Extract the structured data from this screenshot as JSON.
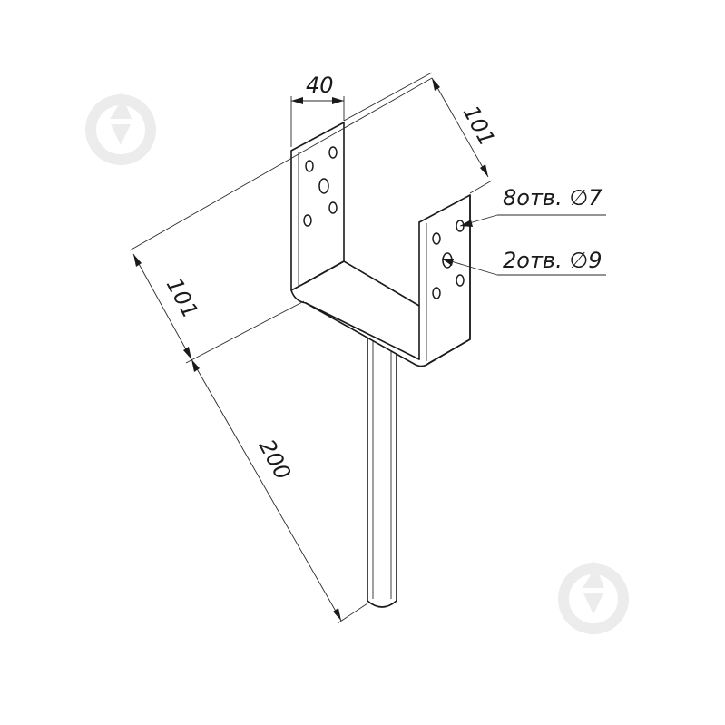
{
  "drawing": {
    "dim_width": "40",
    "dim_depth_top": "101",
    "dim_depth_side": "101",
    "dim_pin_length": "200",
    "callout_holes_small": "8отв. ∅7",
    "callout_holes_large": "2отв. ∅9"
  },
  "watermark": {
    "icon": "drop-logo-icon",
    "color": "#ececec"
  }
}
